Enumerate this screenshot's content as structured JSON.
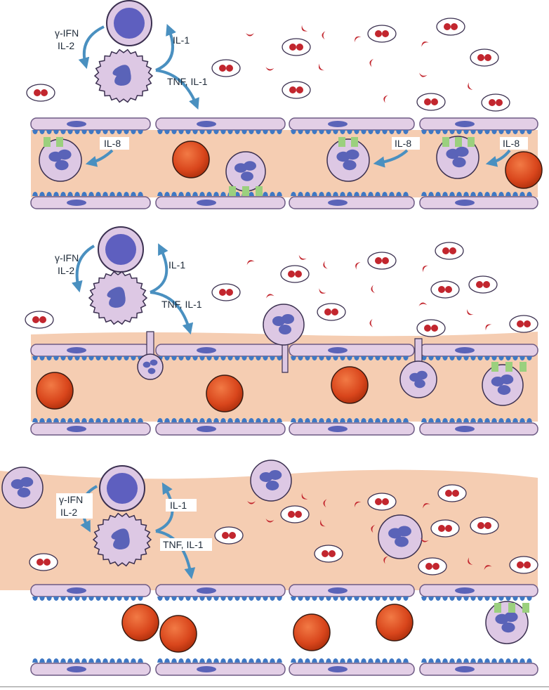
{
  "colors": {
    "tissue": "#f5cdb2",
    "endothelium_fill": "#e3cfe6",
    "endothelium_stroke": "#6d5a84",
    "nucleus": "#5a63b8",
    "receptor": "#3f78c4",
    "adhesion": "#9bd07e",
    "rbc": "#d9461c",
    "lymphocyte_nucleus": "#5e5fbf",
    "cell_fill": "#ddc8e4",
    "arrow": "#4a90c0",
    "bacteria": "#c2262e"
  },
  "panels": [
    {
      "labels": {
        "ifn": "γ-IFN",
        "il2": "IL-2",
        "il1": "IL-1",
        "tnf": "TNF, IL-1",
        "il8": "IL-8"
      }
    },
    {
      "labels": {
        "ifn": "γ-IFN",
        "il2": "IL-2",
        "il1": "IL-1",
        "tnf": "TNF, IL-1"
      }
    },
    {
      "labels": {
        "ifn": "γ-IFN",
        "il2": "IL-2",
        "il1": "IL-1",
        "tnf": "TNF, IL-1"
      }
    }
  ]
}
